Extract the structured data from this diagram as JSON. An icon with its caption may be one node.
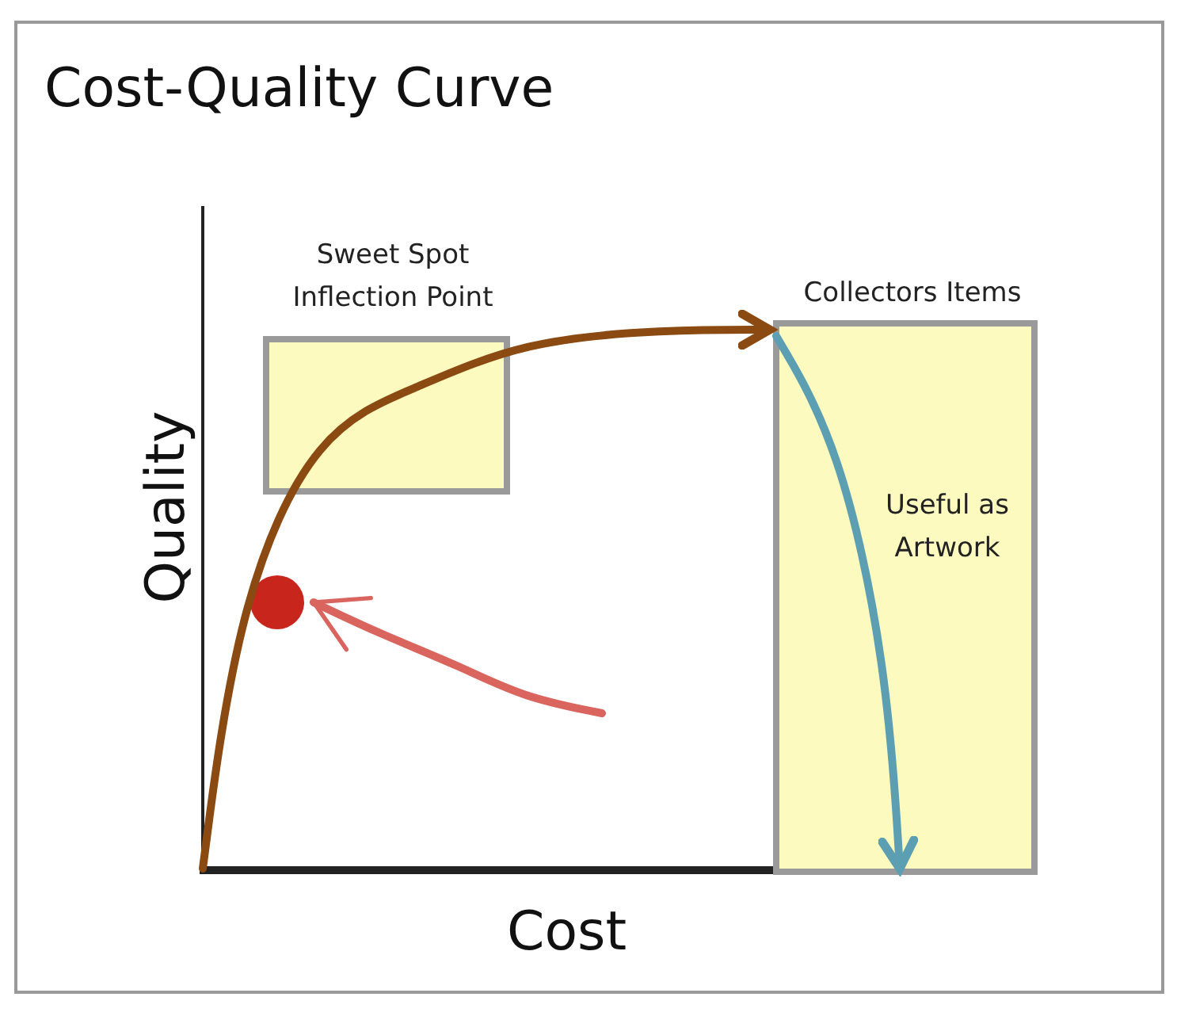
{
  "diagram": {
    "title": "Cost-Quality Curve",
    "nodes": [
      {
        "text": [
          "Sweet Spot Inflection Point"
        ]
      },
      {
        "text": [
          "Collectors Items",
          "Useful as Artwork"
        ]
      },
      {
        "text": [],
        "shape": "circle"
      }
    ],
    "edges": [
      {
        "from": null,
        "to": 1,
        "arrow": "to",
        "color": "#8b4a12"
      },
      {
        "from": null,
        "to": 1,
        "arrow": "to",
        "color": "#5c9fb3"
      },
      {
        "from": null,
        "to": 2,
        "arrow": "to",
        "color": "#d9655e"
      }
    ],
    "labels": [
      "Quality",
      "Cost"
    ]
  }
}
